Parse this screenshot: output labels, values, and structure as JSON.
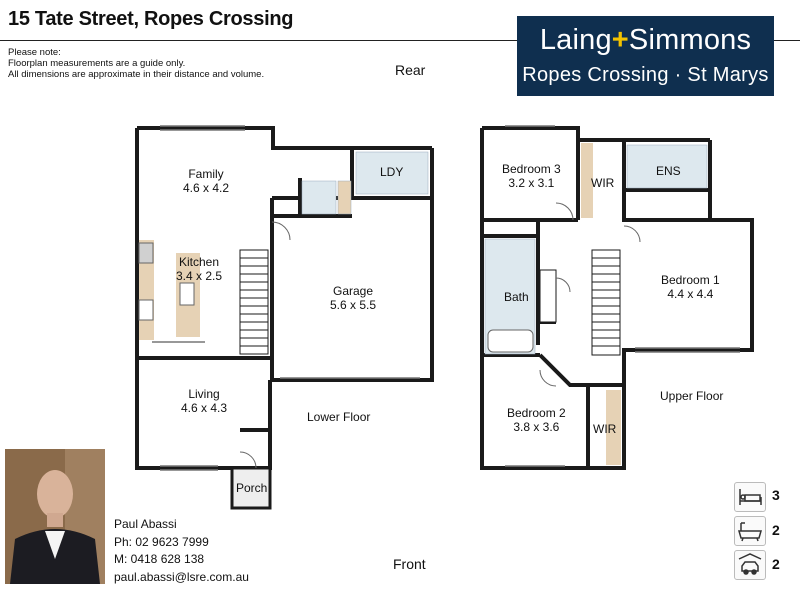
{
  "header": {
    "title": "15 Tate Street, Ropes Crossing",
    "note_title": "Please note:",
    "note_line1": "Floorplan measurements are a guide only.",
    "note_line2": "All dimensions are approximate in their distance and volume."
  },
  "logo": {
    "brand_left": "Laing",
    "brand_plus": "+",
    "brand_right": "Simmons",
    "tagline": "Ropes Crossing · St Marys",
    "background": "#0f2f4f",
    "accent": "#f2c200"
  },
  "orientation": {
    "rear": "Rear",
    "front": "Front"
  },
  "lower_floor": {
    "label": "Lower Floor",
    "rooms": [
      {
        "name": "Family",
        "dims": "4.6 x 4.2"
      },
      {
        "name": "Kitchen",
        "dims": "3.4 x 2.5"
      },
      {
        "name": "Living",
        "dims": "4.6 x 4.3"
      },
      {
        "name": "Garage",
        "dims": "5.6 x 5.5"
      },
      {
        "name": "LDY"
      },
      {
        "name": "Porch"
      }
    ]
  },
  "upper_floor": {
    "label": "Upper Floor",
    "rooms": [
      {
        "name": "Bedroom 3",
        "dims": "3.2 x 3.1"
      },
      {
        "name": "WIR"
      },
      {
        "name": "ENS"
      },
      {
        "name": "Bedroom 1",
        "dims": "4.4 x 4.4"
      },
      {
        "name": "Bath"
      },
      {
        "name": "Bedroom 2",
        "dims": "3.8 x 3.6"
      },
      {
        "name": "WIR"
      }
    ]
  },
  "agent": {
    "name": "Paul Abassi",
    "phone": "Ph: 02 9623 7999",
    "mobile": "M: 0418 628 138",
    "email": "paul.abassi@lsre.com.au"
  },
  "stats": [
    {
      "icon": "bed-icon",
      "value": "3"
    },
    {
      "icon": "bath-icon",
      "value": "2"
    },
    {
      "icon": "car-icon",
      "value": "2"
    }
  ]
}
